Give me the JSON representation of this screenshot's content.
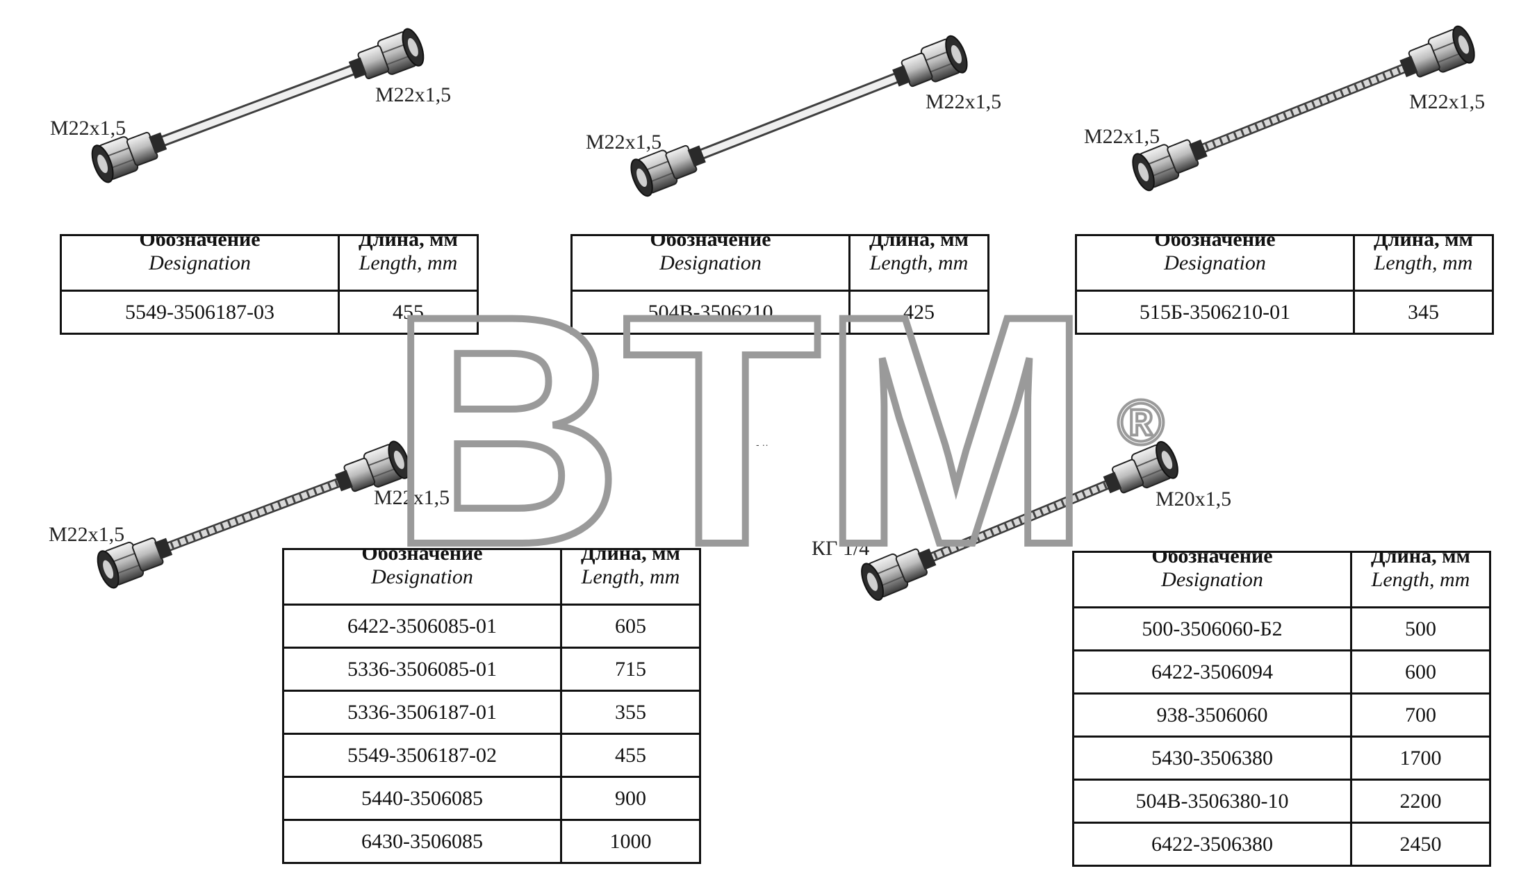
{
  "watermark": {
    "text": "BTM",
    "registered": "®",
    "stroke_color": "#9a9a9a"
  },
  "header": {
    "designation_ru": "Обозначение",
    "designation_en": "Designation",
    "length_ru": "Длина, мм",
    "length_en": "Length, mm"
  },
  "hoses": [
    {
      "id": "hose-1",
      "style": "rigid",
      "end_a": "M22x1,5",
      "end_b": "M22x1,5",
      "rows": [
        {
          "designation": "5549-3506187-03",
          "length": "455"
        }
      ]
    },
    {
      "id": "hose-2",
      "style": "rigid",
      "end_a": "M22x1,5",
      "end_b": "M22x1,5",
      "rows": [
        {
          "designation": "504В-3506210",
          "length": "425"
        }
      ]
    },
    {
      "id": "hose-3",
      "style": "flexible",
      "end_a": "M22x1,5",
      "end_b": "M22x1,5",
      "rows": [
        {
          "designation": "515Б-3506210-01",
          "length": "345"
        }
      ]
    },
    {
      "id": "hose-4",
      "style": "flexible",
      "end_a": "M22x1,5",
      "end_b": "M22x1,5",
      "rows": [
        {
          "designation": "6422-3506085-01",
          "length": "605"
        },
        {
          "designation": "5336-3506085-01",
          "length": "715"
        },
        {
          "designation": "5336-3506187-01",
          "length": "355"
        },
        {
          "designation": "5549-3506187-02",
          "length": "455"
        },
        {
          "designation": "5440-3506085",
          "length": "900"
        },
        {
          "designation": "6430-3506085",
          "length": "1000"
        }
      ]
    },
    {
      "id": "hose-5",
      "style": "flexible",
      "end_a": "КГ 1/4\"",
      "end_b": "M20x1,5",
      "rows": [
        {
          "designation": "500-3506060-Б2",
          "length": "500"
        },
        {
          "designation": "6422-3506094",
          "length": "600"
        },
        {
          "designation": "938-3506060",
          "length": "700"
        },
        {
          "designation": "5430-3506380",
          "length": "1700"
        },
        {
          "designation": "504В-3506380-10",
          "length": "2200"
        },
        {
          "designation": "6422-3506380",
          "length": "2450"
        }
      ]
    }
  ],
  "stray_mark": "- ··"
}
